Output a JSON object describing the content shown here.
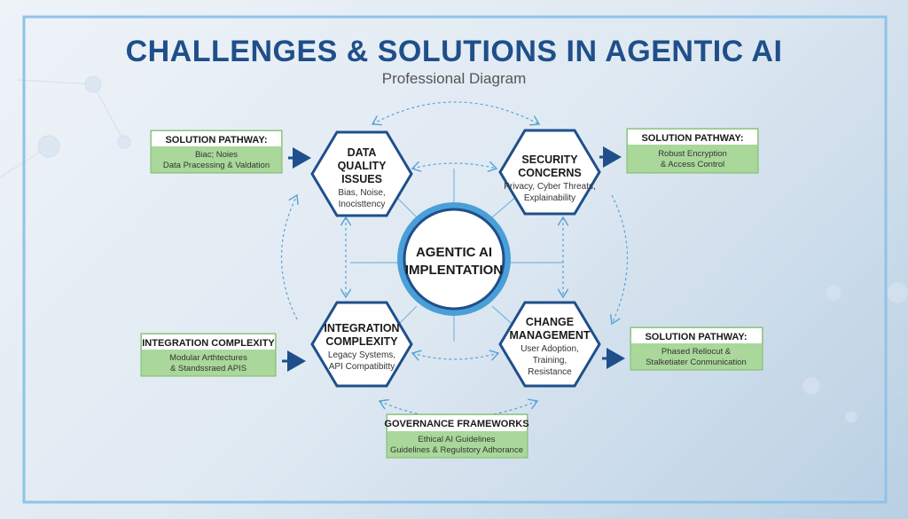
{
  "title": "CHALLENGES & SOLUTIONS IN AGENTIC AI",
  "subtitle": "Professional Diagram",
  "center": {
    "line1": "AGENTIC AI",
    "line2": "IMPLENTATION"
  },
  "colors": {
    "title": "#1f4f8a",
    "hex_border": "#1f4f8a",
    "ring": "#4a9fd8",
    "solution_fill": "#a9d89a",
    "arrow": "#1f4f8a"
  },
  "challenges": [
    {
      "title": [
        "DATA",
        "QUALITY",
        "ISSUES"
      ],
      "detail": [
        "Bias, Noise,",
        "Inocisttency"
      ]
    },
    {
      "title": [
        "SECURITY",
        "CONCERNS"
      ],
      "detail": [
        "Privacy, Cyber Threats,",
        "Explainability"
      ]
    },
    {
      "title": [
        "INTEGRATION",
        "COMPLEXITY"
      ],
      "detail": [
        "Legacy Systems,",
        "API Compatibitty"
      ]
    },
    {
      "title": [
        "CHANGE",
        "MANAGEMENT"
      ],
      "detail": [
        "User Adoption,",
        "Training,",
        "Resistance"
      ]
    }
  ],
  "solutions": [
    {
      "heading": "SOLUTION PATHWAY:",
      "body": [
        "Biac; Noies",
        "Data Pracessing & Valdation"
      ]
    },
    {
      "heading": "SOLUTION PATHWAY:",
      "body": [
        "Robust Encryption",
        "& Access Control"
      ]
    },
    {
      "heading": "INTEGRATION COMPLEXITY",
      "body": [
        "Modular Arthtectures",
        "& Standssraed APIS"
      ]
    },
    {
      "heading": "SOLUTION PATHWAY:",
      "body": [
        "Phased Rellocut &",
        "Stalketiater Conmunication"
      ]
    },
    {
      "heading": "GOVERNANCE FRAMEWORKS",
      "body": [
        "Ethical AI Guidelines",
        "Guidelines & Regulstory Adhorance"
      ]
    }
  ]
}
